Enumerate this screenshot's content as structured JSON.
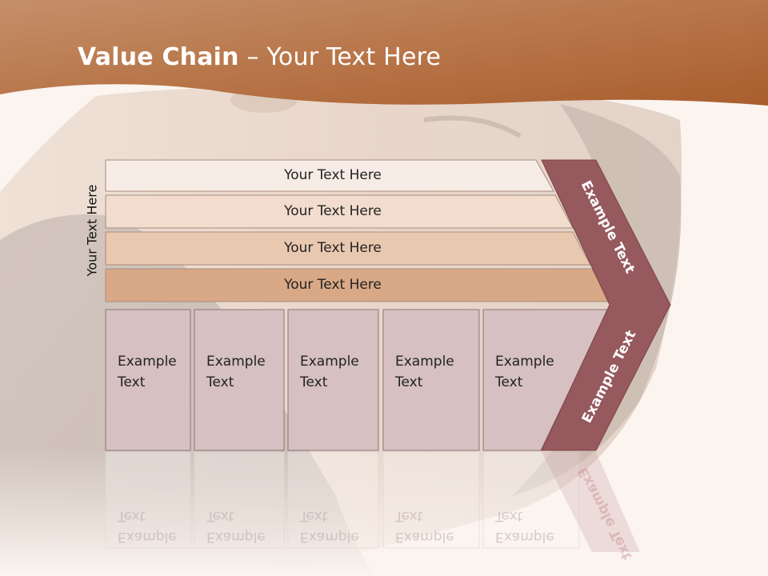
{
  "slide": {
    "title_bold": "Value Chain",
    "title_rest": " – Your Text Here",
    "vertical_label": "Your Text Here"
  },
  "rows": [
    {
      "label": "Your Text Here",
      "fill": "#f7ece5"
    },
    {
      "label": "Your Text Here",
      "fill": "#f1dccd"
    },
    {
      "label": "Your Text Here",
      "fill": "#e9c8b0"
    },
    {
      "label": "Your Text Here",
      "fill": "#d9a886"
    }
  ],
  "boxes": [
    {
      "line1": "Example",
      "line2": "Text"
    },
    {
      "line1": "Example",
      "line2": "Text"
    },
    {
      "line1": "Example",
      "line2": "Text"
    },
    {
      "line1": "Example",
      "line2": "Text"
    },
    {
      "line1": "Example",
      "line2": "Text"
    }
  ],
  "chevron": {
    "upper_label": "Example Text",
    "lower_label": "Example Text",
    "color": "#96595d"
  },
  "colors": {
    "header": "#b06a3c",
    "box_fill": "#d6c0c1",
    "box_stroke": "#8d7475"
  }
}
